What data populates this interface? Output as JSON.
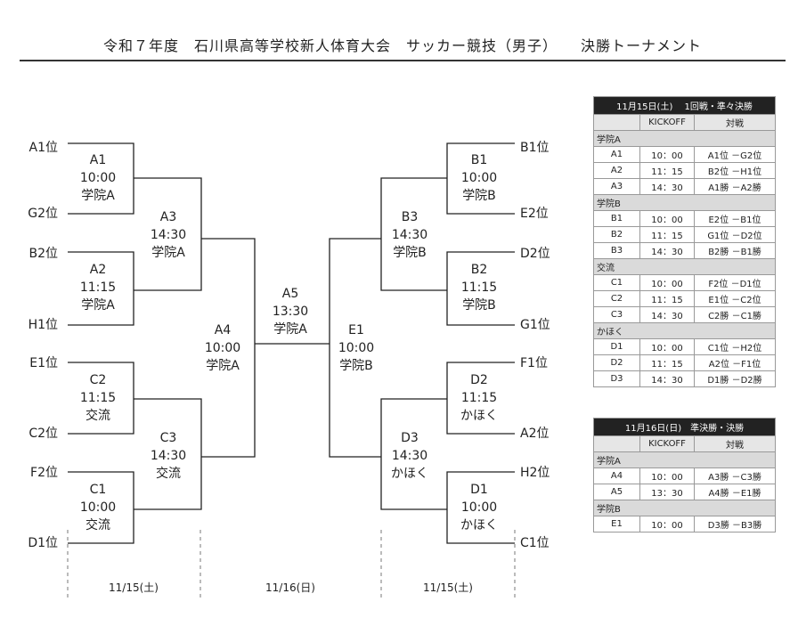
{
  "title": "令和７年度　石川県高等学校新人体育大会　サッカー競技（男子）　　決勝トーナメント",
  "bracket": {
    "left_teams": [
      "A1位",
      "G2位",
      "B2位",
      "H1位",
      "E1位",
      "C2位",
      "F2位",
      "D1位"
    ],
    "right_teams": [
      "B1位",
      "E2位",
      "D2位",
      "G1位",
      "F1位",
      "A2位",
      "H2位",
      "C1位"
    ],
    "matches": {
      "A1": {
        "id": "A1",
        "time": "10:00",
        "venue": "学院A"
      },
      "A2": {
        "id": "A2",
        "time": "11:15",
        "venue": "学院A"
      },
      "C2": {
        "id": "C2",
        "time": "11:15",
        "venue": "交流"
      },
      "C1": {
        "id": "C1",
        "time": "10:00",
        "venue": "交流"
      },
      "A3": {
        "id": "A3",
        "time": "14:30",
        "venue": "学院A"
      },
      "C3": {
        "id": "C3",
        "time": "14:30",
        "venue": "交流"
      },
      "A4": {
        "id": "A4",
        "time": "10:00",
        "venue": "学院A"
      },
      "A5": {
        "id": "A5",
        "time": "13:30",
        "venue": "学院A"
      },
      "E1": {
        "id": "E1",
        "time": "10:00",
        "venue": "学院B"
      },
      "B3": {
        "id": "B3",
        "time": "14:30",
        "venue": "学院B"
      },
      "D3": {
        "id": "D3",
        "time": "14:30",
        "venue": "かほく"
      },
      "B1": {
        "id": "B1",
        "time": "10:00",
        "venue": "学院B"
      },
      "B2": {
        "id": "B2",
        "time": "11:15",
        "venue": "学院B"
      },
      "D2": {
        "id": "D2",
        "time": "11:15",
        "venue": "かほく"
      },
      "D1": {
        "id": "D1",
        "time": "10:00",
        "venue": "かほく"
      }
    },
    "dates": [
      "11/15(土)",
      "11/16(日)",
      "11/15(土)"
    ]
  },
  "schedule1": {
    "header": "11月15日(土)　 1回戦・準々決勝",
    "col_kickoff": "KICKOFF",
    "col_match": "対戦",
    "groups": [
      {
        "venue": "学院A",
        "rows": [
          [
            "A1",
            "10：00",
            "A1位 －G2位"
          ],
          [
            "A2",
            "11：15",
            "B2位 －H1位"
          ],
          [
            "A3",
            "14：30",
            "A1勝 －A2勝"
          ]
        ]
      },
      {
        "venue": "学院B",
        "rows": [
          [
            "B1",
            "10：00",
            "E2位 －B1位"
          ],
          [
            "B2",
            "11：15",
            "G1位 －D2位"
          ],
          [
            "B3",
            "14：30",
            "B2勝 －B1勝"
          ]
        ]
      },
      {
        "venue": "交流",
        "rows": [
          [
            "C1",
            "10：00",
            "F2位 －D1位"
          ],
          [
            "C2",
            "11：15",
            "E1位 －C2位"
          ],
          [
            "C3",
            "14：30",
            "C2勝 －C1勝"
          ]
        ]
      },
      {
        "venue": "かほく",
        "rows": [
          [
            "D1",
            "10：00",
            "C1位 －H2位"
          ],
          [
            "D2",
            "11：15",
            "A2位 －F1位"
          ],
          [
            "D3",
            "14：30",
            "D1勝 －D2勝"
          ]
        ]
      }
    ]
  },
  "schedule2": {
    "header": "11月16日(日)　準決勝・決勝",
    "col_kickoff": "KICKOFF",
    "col_match": "対戦",
    "groups": [
      {
        "venue": "学院A",
        "rows": [
          [
            "A4",
            "10：00",
            "A3勝 －C3勝"
          ],
          [
            "A5",
            "13：30",
            "A4勝 －E1勝"
          ]
        ]
      },
      {
        "venue": "学院B",
        "rows": [
          [
            "E1",
            "10：00",
            "D3勝 －B3勝"
          ]
        ]
      }
    ]
  }
}
